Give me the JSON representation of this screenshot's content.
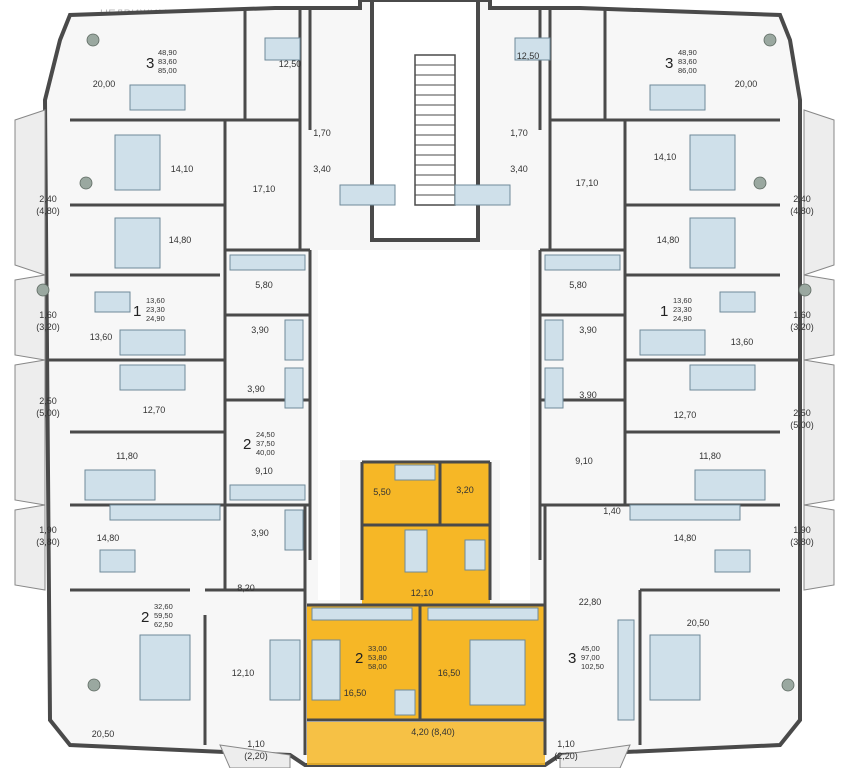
{
  "watermark": "НЕДВИЖИМОСТЬ",
  "colors": {
    "highlight": "#F6B726",
    "wall": "#4a4a4a",
    "room": "#f7f7f7",
    "furniture": "#cfe0ea",
    "furniture_stroke": "#6f8a99",
    "balcony": "#ededed",
    "text": "#333333"
  },
  "apartments": [
    {
      "id": "nw3",
      "rooms": "3",
      "areas": [
        "48,90",
        "83,60",
        "85,00"
      ]
    },
    {
      "id": "ne3",
      "rooms": "3",
      "areas": [
        "48,90",
        "83,60",
        "86,00"
      ]
    },
    {
      "id": "w1",
      "rooms": "1",
      "areas": [
        "13,60",
        "23,30",
        "24,90"
      ]
    },
    {
      "id": "e1",
      "rooms": "1",
      "areas": [
        "13,60",
        "23,30",
        "24,90"
      ]
    },
    {
      "id": "w2",
      "rooms": "2",
      "areas": [
        "24,50",
        "37,50",
        "40,00"
      ]
    },
    {
      "id": "sw2",
      "rooms": "2",
      "areas": [
        "32,60",
        "59,50",
        "62,50"
      ]
    },
    {
      "id": "s2",
      "rooms": "2",
      "areas": [
        "33,00",
        "53,80",
        "58,00"
      ]
    },
    {
      "id": "se3",
      "rooms": "3",
      "areas": [
        "45,00",
        "97,00",
        "102,50"
      ]
    }
  ],
  "rooms": [
    {
      "id": "r01",
      "text": "12,50"
    },
    {
      "id": "r02",
      "text": "20,00"
    },
    {
      "id": "r03",
      "text": "1,70"
    },
    {
      "id": "r04",
      "text": "3,40"
    },
    {
      "id": "r05",
      "text": "17,10"
    },
    {
      "id": "r06",
      "text": "14,10"
    },
    {
      "id": "r07",
      "text": "2,40"
    },
    {
      "id": "r08",
      "text": "(4,80)"
    },
    {
      "id": "r09",
      "text": "14,80"
    },
    {
      "id": "r10",
      "text": "5,80"
    },
    {
      "id": "r11",
      "text": "1,60"
    },
    {
      "id": "r12",
      "text": "(3,20)"
    },
    {
      "id": "r13",
      "text": "13,60"
    },
    {
      "id": "r14",
      "text": "3,90"
    },
    {
      "id": "r15",
      "text": "3,90"
    },
    {
      "id": "r16",
      "text": "2,50"
    },
    {
      "id": "r17",
      "text": "(5,00)"
    },
    {
      "id": "r18",
      "text": "12,70"
    },
    {
      "id": "r19",
      "text": "11,80"
    },
    {
      "id": "r20",
      "text": "9,10"
    },
    {
      "id": "r21",
      "text": "1,90"
    },
    {
      "id": "r22",
      "text": "(3,80)"
    },
    {
      "id": "r23",
      "text": "14,80"
    },
    {
      "id": "r24",
      "text": "3,90"
    },
    {
      "id": "r25",
      "text": "8,20"
    },
    {
      "id": "r26",
      "text": "12,10"
    },
    {
      "id": "r27",
      "text": "20,50"
    },
    {
      "id": "r28",
      "text": "1,10"
    },
    {
      "id": "r29",
      "text": "(2,20)"
    },
    {
      "id": "r30",
      "text": "12,50"
    },
    {
      "id": "r31",
      "text": "20,00"
    },
    {
      "id": "r32",
      "text": "1,70"
    },
    {
      "id": "r33",
      "text": "3,40"
    },
    {
      "id": "r34",
      "text": "17,10"
    },
    {
      "id": "r35",
      "text": "14,10"
    },
    {
      "id": "r36",
      "text": "2,40"
    },
    {
      "id": "r37",
      "text": "(4,80)"
    },
    {
      "id": "r38",
      "text": "14,80"
    },
    {
      "id": "r39",
      "text": "5,80"
    },
    {
      "id": "r40",
      "text": "1,60"
    },
    {
      "id": "r41",
      "text": "(3,20)"
    },
    {
      "id": "r42",
      "text": "13,60"
    },
    {
      "id": "r43",
      "text": "3,90"
    },
    {
      "id": "r44",
      "text": "3,90"
    },
    {
      "id": "r45",
      "text": "2,50"
    },
    {
      "id": "r46",
      "text": "(5,00)"
    },
    {
      "id": "r47",
      "text": "12,70"
    },
    {
      "id": "r48",
      "text": "11,80"
    },
    {
      "id": "r49",
      "text": "9,10"
    },
    {
      "id": "r50",
      "text": "1,40"
    },
    {
      "id": "r51",
      "text": "1,90"
    },
    {
      "id": "r52",
      "text": "(3,80)"
    },
    {
      "id": "r53",
      "text": "14,80"
    },
    {
      "id": "r54",
      "text": "22,80"
    },
    {
      "id": "r55",
      "text": "20,50"
    },
    {
      "id": "r56",
      "text": "1,10"
    },
    {
      "id": "r57",
      "text": "(2,20)"
    },
    {
      "id": "r58",
      "text": "5,50"
    },
    {
      "id": "r59",
      "text": "3,20"
    },
    {
      "id": "r60",
      "text": "12,10"
    },
    {
      "id": "r61",
      "text": "16,50"
    },
    {
      "id": "r62",
      "text": "16,50"
    },
    {
      "id": "r63",
      "text": "4,20 (8,40)"
    }
  ]
}
